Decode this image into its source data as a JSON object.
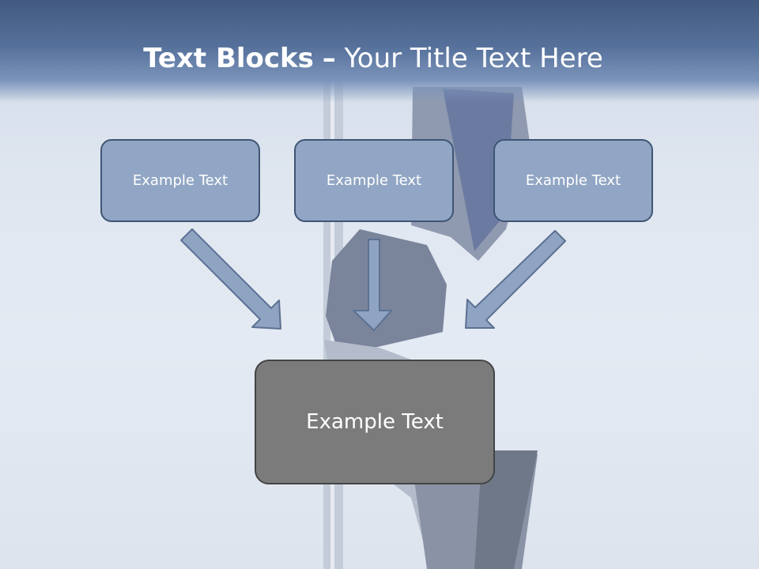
{
  "slide": {
    "title_bold": "Text Blocks",
    "title_dash": "–",
    "title_rest": "Your Title Text Here"
  },
  "diagram": {
    "top_boxes": [
      {
        "label": "Example Text"
      },
      {
        "label": "Example Text"
      },
      {
        "label": "Example Text"
      }
    ],
    "bottom_box": {
      "label": "Example Text"
    }
  },
  "colors": {
    "header": "#55709a",
    "box_fill": "#91a6c4",
    "box_border": "#3f5574",
    "bottom_box_fill": "#7b7b7b",
    "arrow_fill": "#8fa3c2"
  }
}
